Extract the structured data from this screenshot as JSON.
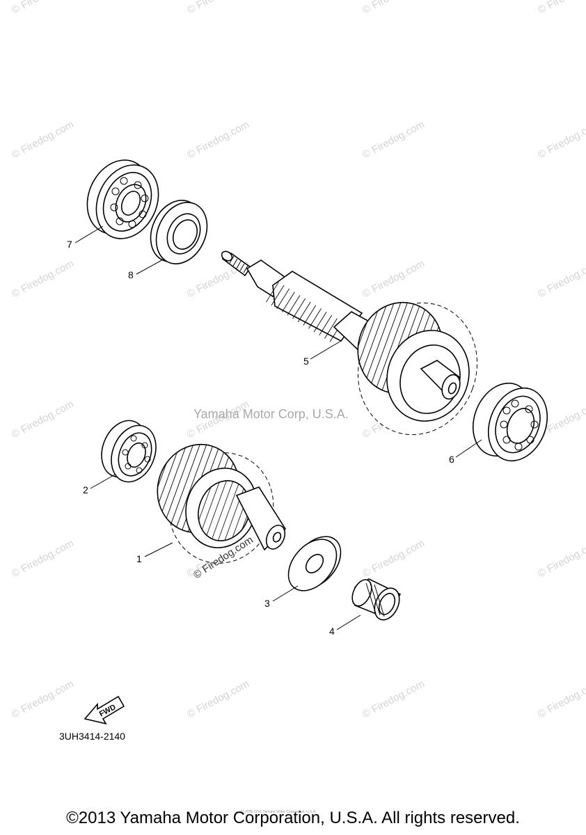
{
  "watermark_text": "© Firedog.com",
  "center_watermark": "Yamaha Motor Corp, U.S.A.",
  "fwd_label": "FWD",
  "diagram_code": "3UH3414-2140",
  "tiny_line": "(c) 2005-2015 Yamaha Motor Corporation, U.S.A.",
  "copyright": "©2013 Yamaha Motor Corporation, U.S.A. All rights reserved.",
  "callouts": [
    {
      "id": "1",
      "label": "1"
    },
    {
      "id": "2",
      "label": "2"
    },
    {
      "id": "3",
      "label": "3"
    },
    {
      "id": "4",
      "label": "4"
    },
    {
      "id": "5",
      "label": "5"
    },
    {
      "id": "6",
      "label": "6"
    },
    {
      "id": "7",
      "label": "7"
    },
    {
      "id": "8",
      "label": "8"
    }
  ]
}
